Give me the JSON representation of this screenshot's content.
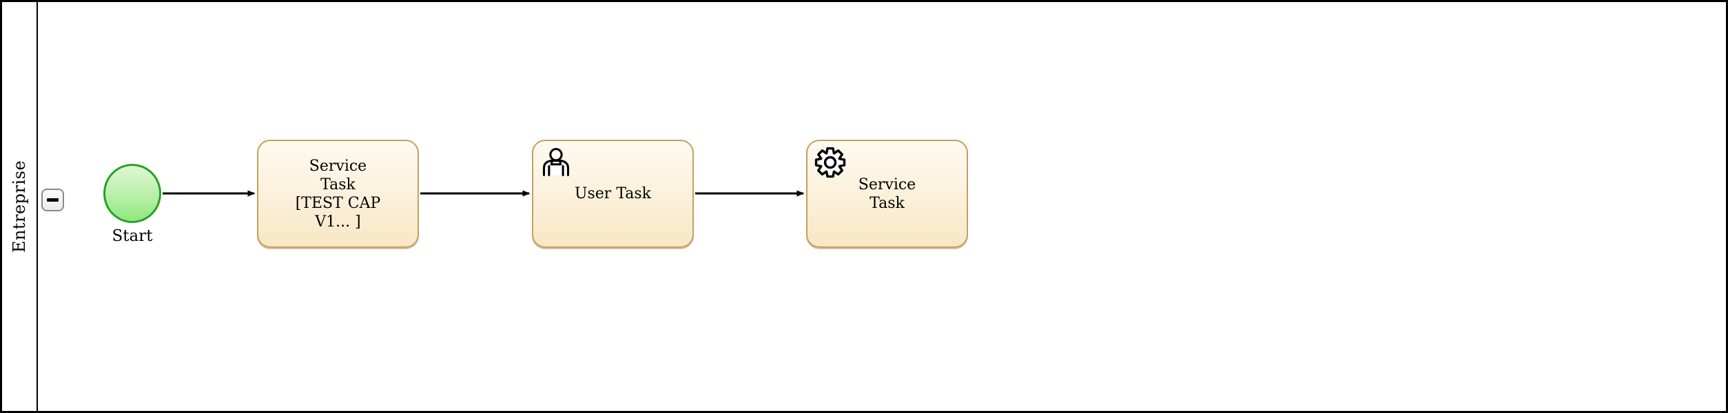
{
  "pool": {
    "name_label": "Entreprise",
    "collapse_icon": "minus-icon"
  },
  "process": {
    "start_event": {
      "label": "Start",
      "shape": "circle"
    },
    "tasks": [
      {
        "type": "service",
        "label": "Service\nTask\n[TEST CAP\nV1... ]",
        "icon": "none"
      },
      {
        "type": "user",
        "label": "User Task",
        "icon": "user-icon"
      },
      {
        "type": "service",
        "label": "Service\nTask",
        "icon": "gear-icon"
      }
    ],
    "connector_count": 3
  },
  "colors": {
    "pool_border": "#000000",
    "task_border": "#c3a05e",
    "task_fill_top": "#fefaf1",
    "task_fill_bottom": "#f8e7c5",
    "event_border": "#26a126",
    "event_fill_top": "#ddf8d4",
    "event_fill_bottom": "#8fe87e",
    "connector": "#000000",
    "collapse_button_fill": "#f0f0f0",
    "collapse_button_border": "#8a8a8a"
  }
}
